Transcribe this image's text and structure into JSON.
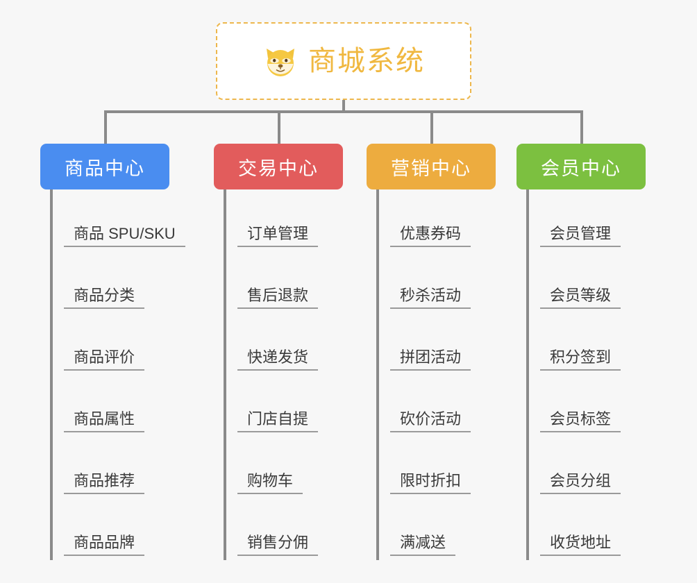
{
  "page": {
    "background_color": "#F7F7F7",
    "title": "商城系统",
    "diagram_type": "org-tree"
  },
  "root": {
    "icon": "shiba-dog-face-emoji",
    "label": "商城系统",
    "border_color": "#EDB74C",
    "text_color": "#F0B840",
    "background_color": "#FFFFFF"
  },
  "connector": {
    "color": "#8A8A8A"
  },
  "columns": [
    {
      "id": "product-center",
      "header": "商品中心",
      "color": "#4A8DF0",
      "items": [
        "商品 SPU/SKU",
        "商品分类",
        "商品评价",
        "商品属性",
        "商品推荐",
        "商品品牌"
      ]
    },
    {
      "id": "trade-center",
      "header": "交易中心",
      "color": "#E25C5C",
      "items": [
        "订单管理",
        "售后退款",
        "快递发货",
        "门店自提",
        "购物车",
        "销售分佣"
      ]
    },
    {
      "id": "marketing-center",
      "header": "营销中心",
      "color": "#EDAC3F",
      "items": [
        "优惠券码",
        "秒杀活动",
        "拼团活动",
        "砍价活动",
        "限时折扣",
        "满减送"
      ]
    },
    {
      "id": "member-center",
      "header": "会员中心",
      "color": "#7CC040",
      "items": [
        "会员管理",
        "会员等级",
        "积分签到",
        "会员标签",
        "会员分组",
        "收货地址"
      ]
    }
  ]
}
